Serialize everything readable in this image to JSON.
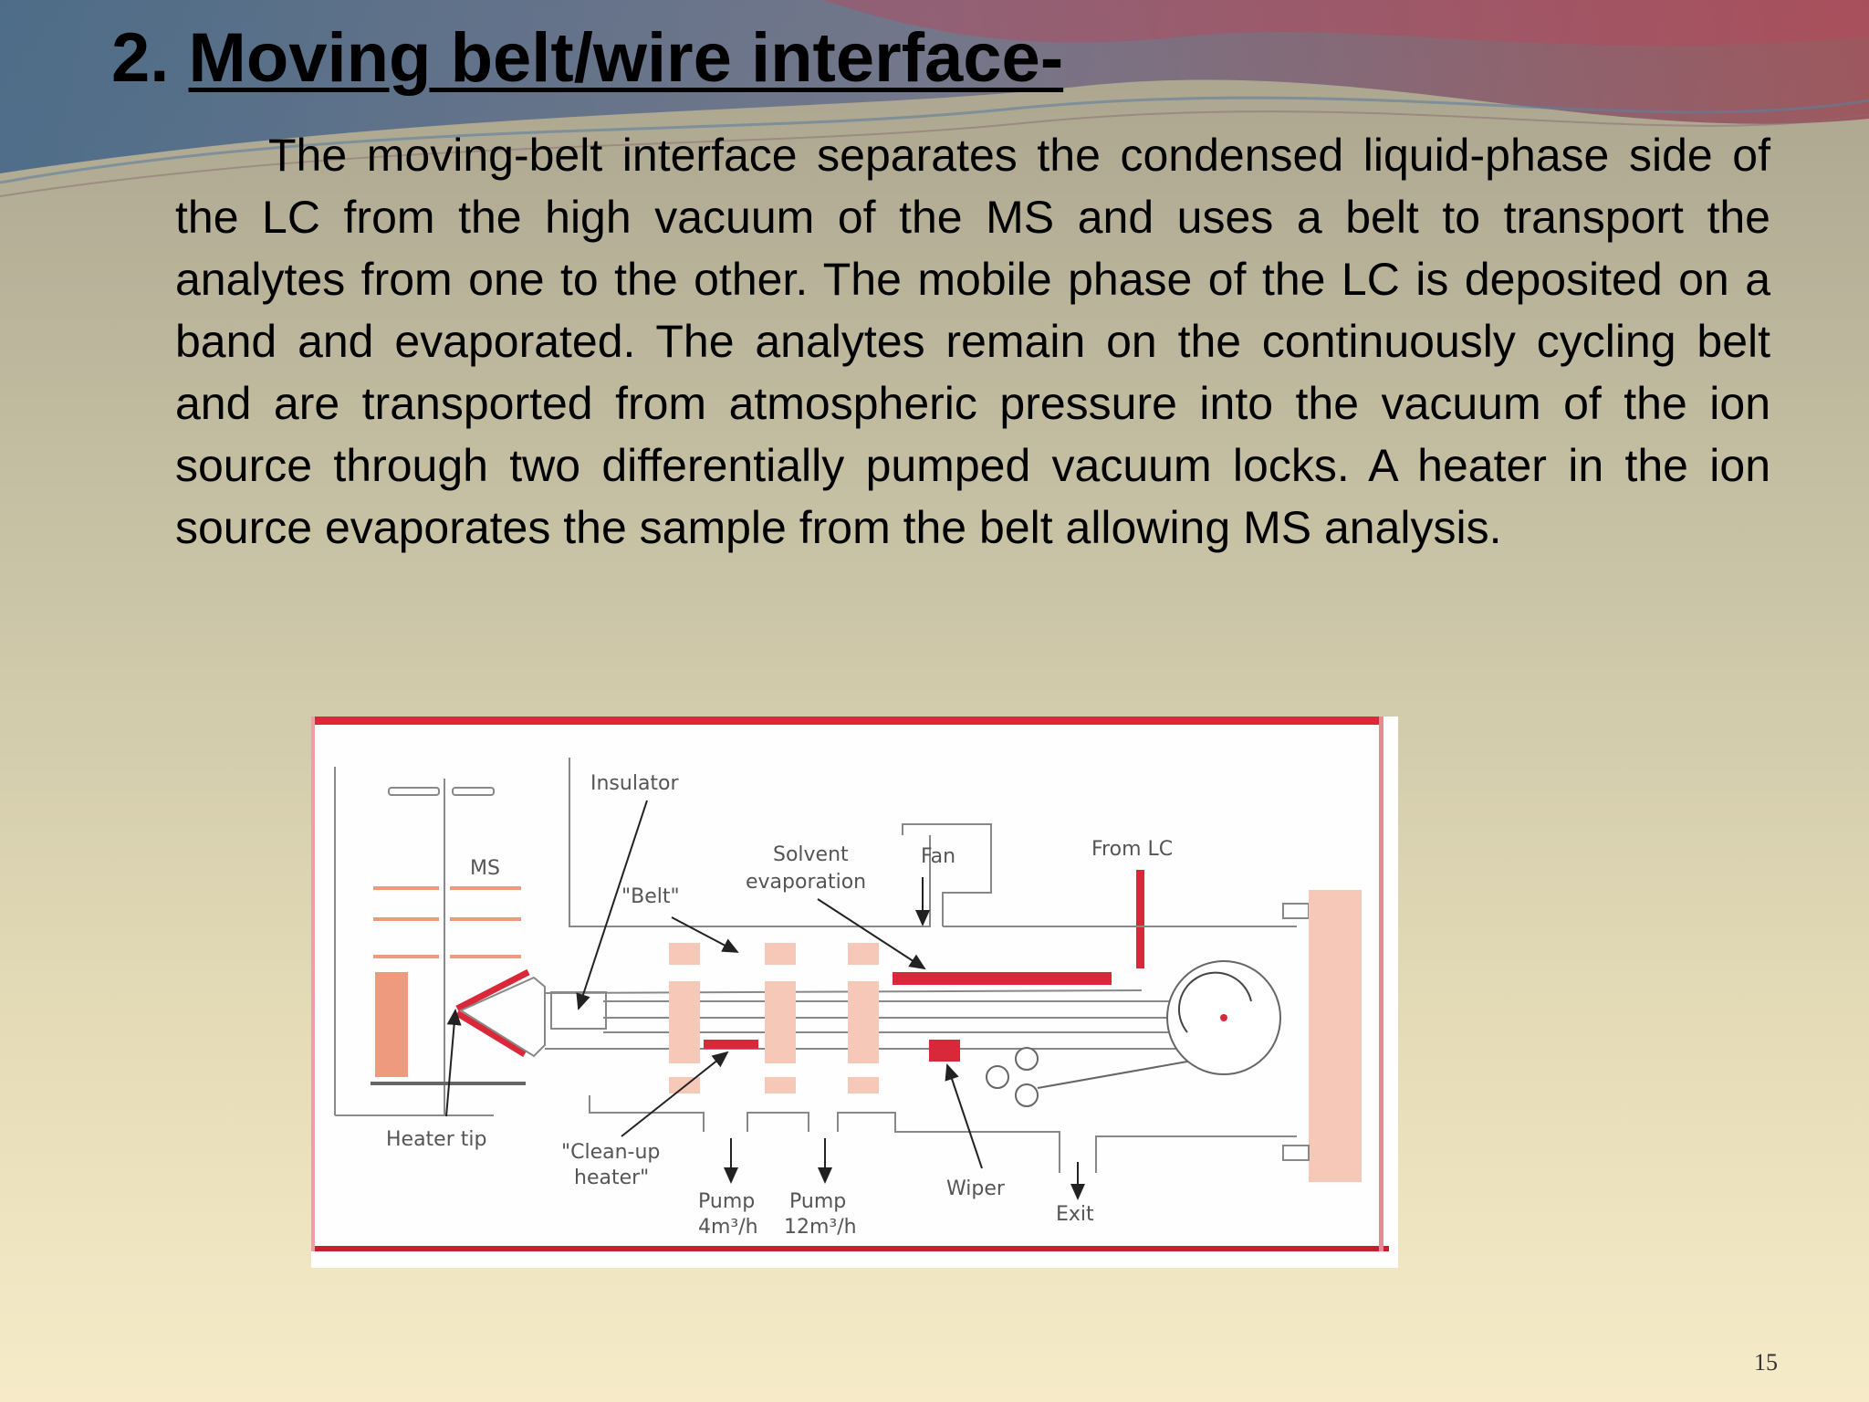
{
  "slide": {
    "title_number": "2.",
    "title_text": "Moving belt/wire interface-",
    "paragraph": "The moving-belt interface separates the condensed liquid-phase side of the LC from the high vacuum of the MS and uses a belt to transport the analytes from one to the other. The mobile phase of the LC is deposited on a band and evaporated. The analytes remain on the continuously cycling belt and are transported from atmospheric pressure into the vacuum of the ion source through two differentially pumped vacuum locks. A heater in the ion source evaporates the sample from the belt allowing MS analysis.",
    "page_number": "15"
  },
  "diagram": {
    "labels": {
      "insulator": "Insulator",
      "ms": "MS",
      "belt": "\"Belt\"",
      "solvent_1": "Solvent",
      "solvent_2": "evaporation",
      "fan": "Fan",
      "from_lc": "From LC",
      "heater_tip": "Heater tip",
      "cleanup_1": "\"Clean-up",
      "cleanup_2": "heater\"",
      "pump": "Pump",
      "pump1_rate": "4m³/h",
      "pump2_rate": "12m³/h",
      "wiper": "Wiper",
      "exit": "Exit"
    },
    "colors": {
      "accent_red": "#d9283a",
      "light_salmon": "#f6c8b8",
      "salmon": "#ee9a7e",
      "line": "#7a7a7a"
    }
  }
}
